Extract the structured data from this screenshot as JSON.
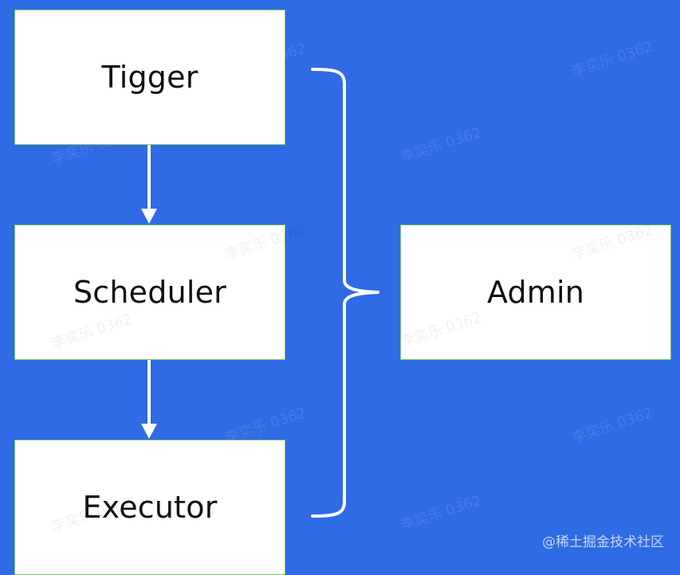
{
  "diagram": {
    "nodes": {
      "trigger": "Tigger",
      "scheduler": "Scheduler",
      "executor": "Executor",
      "admin": "Admin"
    },
    "watermark": "李奕乐 0362",
    "footer_watermark": "@稀土掘金技术社区"
  },
  "style": {
    "background": "#2f6be4",
    "node_fill": "#ffffff",
    "node_border": "#7cc36b",
    "connector": "#ffffff"
  }
}
